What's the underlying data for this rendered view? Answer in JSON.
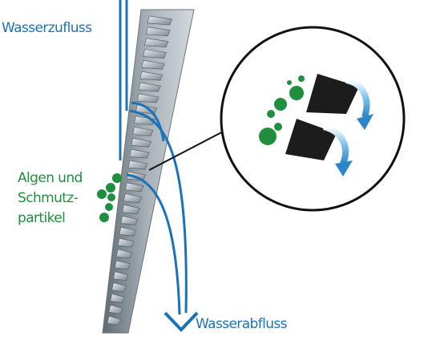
{
  "labels": {
    "inflow": "Wasserzufluss",
    "algae_line1": "Algen und",
    "algae_line2": "Schmutz-",
    "algae_line3": "partikel",
    "outflow": "Wasserabfluss"
  },
  "colors": {
    "water_blue": "#1a73b8",
    "algae_green": "#1f8f3f",
    "screen_gray": "#9aa3ab",
    "bar_dark": "#1c1c1c"
  }
}
